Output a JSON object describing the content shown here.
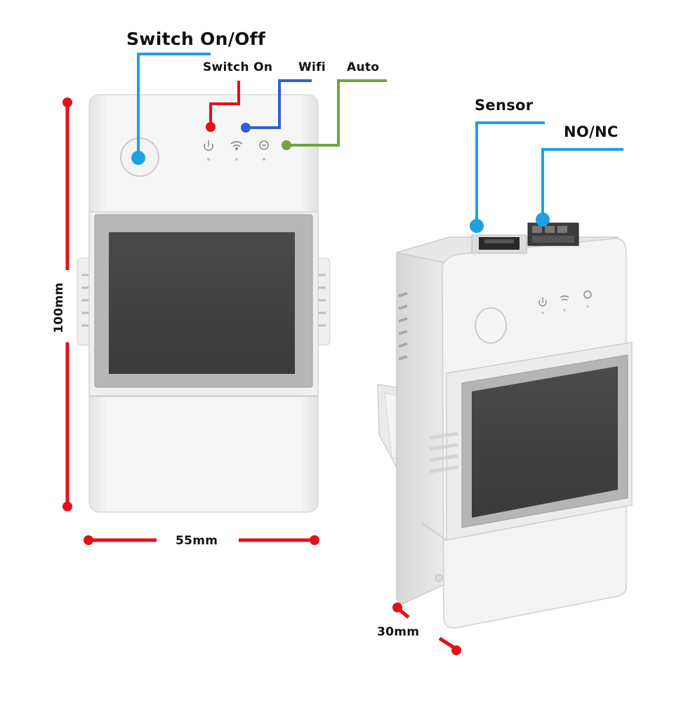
{
  "labels": {
    "switch_onoff": "Switch On/Off",
    "switch_on": "Switch On",
    "wifi": "Wifi",
    "auto": "Auto",
    "sensor": "Sensor",
    "no_nc": "NO/NC",
    "height": "100mm",
    "width": "55mm",
    "depth": "30mm"
  },
  "colors": {
    "dimension": "#e3101a",
    "switch_onoff": "#1fa0e3",
    "switch_on": "#e3101a",
    "wifi": "#2f5fd6",
    "auto": "#6ea53c",
    "sensor": "#1fa0e3",
    "no_nc": "#1fa0e3"
  }
}
